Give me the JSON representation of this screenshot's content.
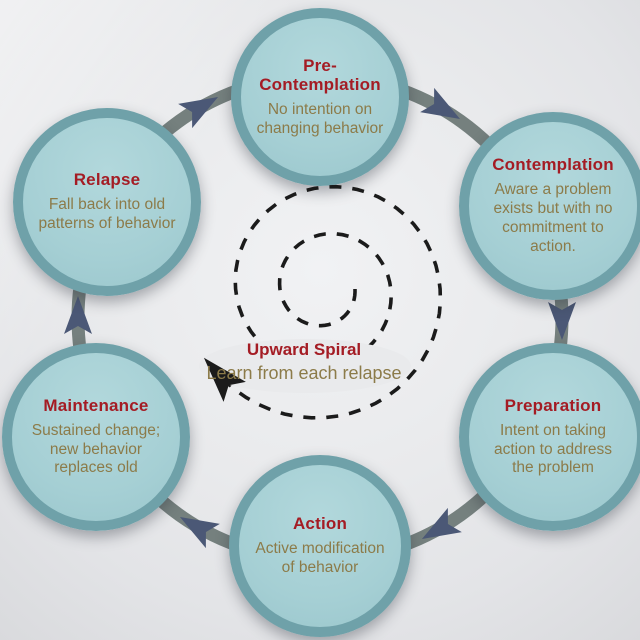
{
  "diagram": {
    "stages": [
      {
        "id": "pre-contemplation",
        "label": "Pre-Contemplation",
        "description": "No intention on changing behavior"
      },
      {
        "id": "contemplation",
        "label": "Contemplation",
        "description": "Aware a problem exists but with no commitment to action."
      },
      {
        "id": "preparation",
        "label": "Preparation",
        "description": "Intent on taking action to address the problem"
      },
      {
        "id": "action",
        "label": "Action",
        "description": "Active modification of behavior"
      },
      {
        "id": "maintenance",
        "label": "Maintenance",
        "description": "Sustained change; new behavior replaces old"
      },
      {
        "id": "relapse",
        "label": "Relapse",
        "description": "Fall back into old patterns of behavior"
      }
    ],
    "center": {
      "title": "Upward Spiral",
      "subtitle": "Learn from each relapse"
    },
    "flow_direction": "clockwise"
  },
  "colors": {
    "heading": "#a41c24",
    "body_text": "#8c7b49",
    "circle_fill": "#a5cfd4",
    "circle_fill_light": "#b2d8dc",
    "circle_fill_dark": "#9ac6cc",
    "circle_border": "#6fa1a9",
    "ring": "#75807e",
    "arrow": "#4b5876",
    "spiral": "#1b1b1b",
    "background": "#e9eaec"
  }
}
